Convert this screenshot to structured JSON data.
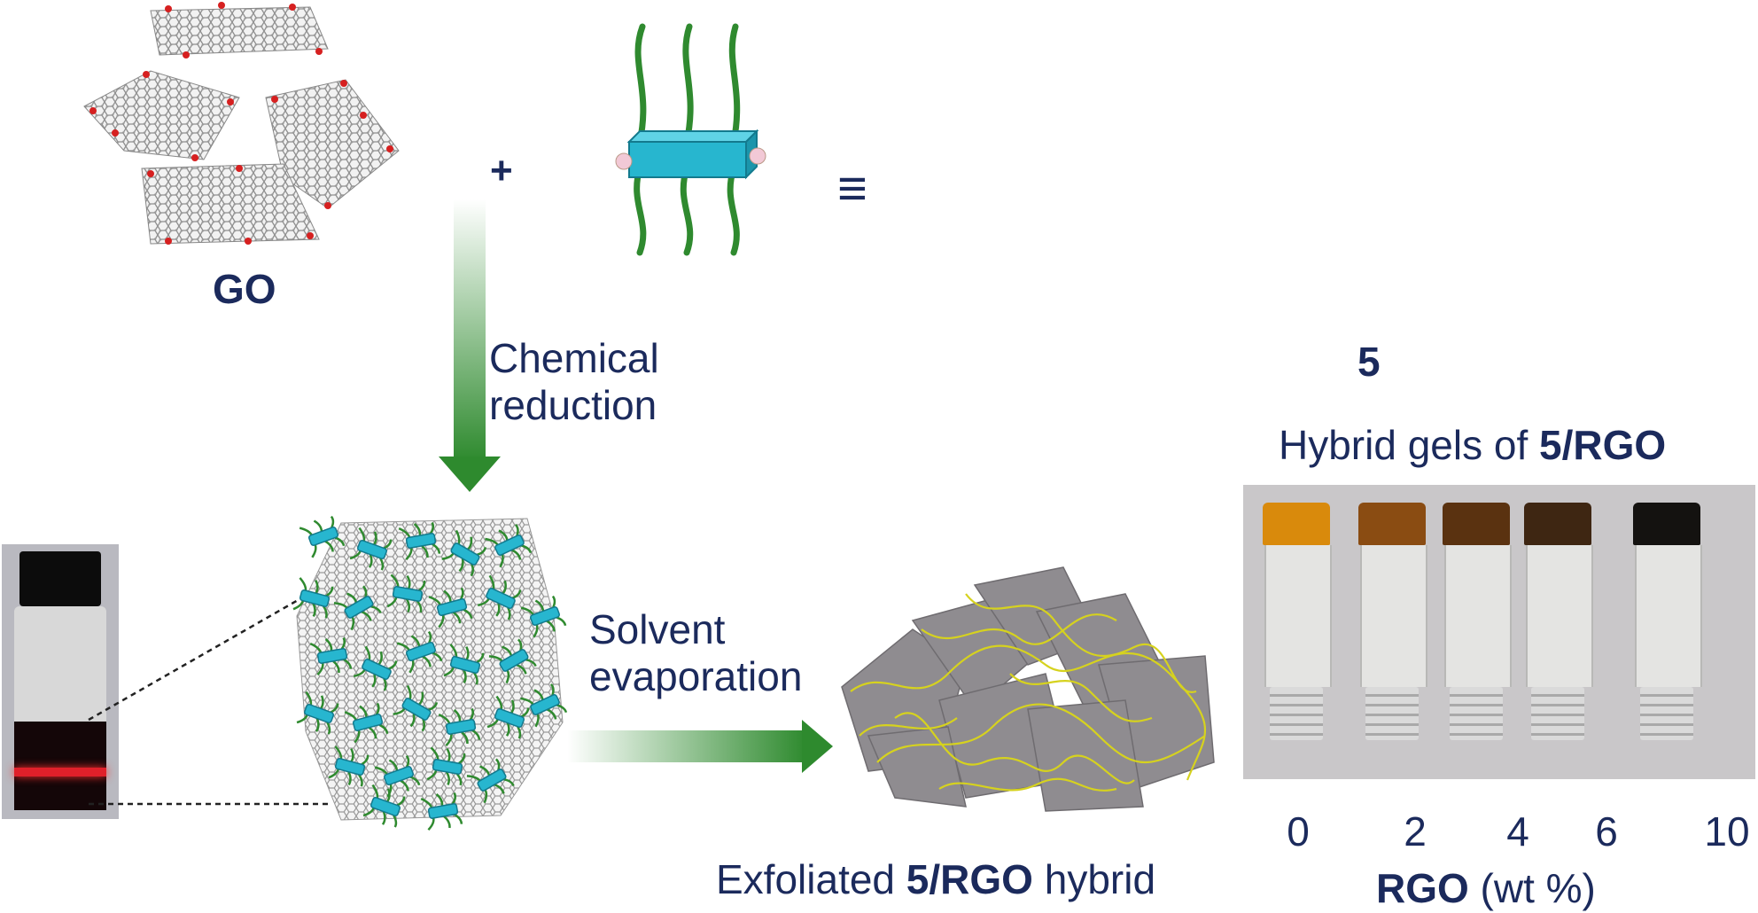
{
  "labels": {
    "go": "GO",
    "plus": "+",
    "equiv": "≡",
    "compound": "5",
    "chemical_reduction_line1": "Chemical",
    "chemical_reduction_line2": "reduction",
    "solvent_evaporation_line1": "Solvent",
    "solvent_evaporation_line2": "evaporation",
    "hybrid_gels_prefix": "Hybrid gels of ",
    "hybrid_gels_bold": "5/RGO",
    "exfoliated_prefix": "Exfoliated ",
    "exfoliated_bold": "5/RGO",
    "exfoliated_suffix": " hybrid",
    "rgo_axis_bold": "RGO",
    "rgo_axis_unit": " (wt %)"
  },
  "vials": [
    {
      "label": "0",
      "gel_color": "#d98a0c"
    },
    {
      "label": "2",
      "gel_color": "#8a4c12"
    },
    {
      "label": "4",
      "gel_color": "#5a3210"
    },
    {
      "label": "6",
      "gel_color": "#3e2612"
    },
    {
      "label": "10",
      "gel_color": "#141210"
    }
  ],
  "colors": {
    "text": "#1b2a5c",
    "arrow_green": "#2e8a2e",
    "rod_cyan": "#27b6cf",
    "chain_green": "#2f8a2f",
    "sheet_gray": "#a7a7a7",
    "oxygen_red": "#d62020"
  }
}
